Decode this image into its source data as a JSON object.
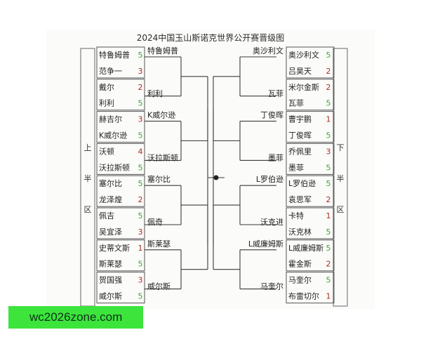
{
  "title": "2024中国玉山斯诺克世界公开赛晋级图",
  "colors": {
    "score_green": "#3aa53a",
    "score_red": "#b3282b",
    "line": "#3a3a3a",
    "paper": "#fbfbf9"
  },
  "sides": {
    "left": "上\n半\n区",
    "right": "下\n半\n区"
  },
  "left": {
    "r1": [
      [
        "特鲁姆普",
        "5"
      ],
      [
        "范争一",
        "3"
      ],
      [
        "戴尔",
        "2"
      ],
      [
        "利利",
        "5"
      ],
      [
        "赫吉尔",
        "3"
      ],
      [
        "K威尔逊",
        "5"
      ],
      [
        "沃顿",
        "4"
      ],
      [
        "沃拉斯顿",
        "5"
      ],
      [
        "塞尔比",
        "5"
      ],
      [
        "龙泽煌",
        "2"
      ],
      [
        "佩吉",
        "5"
      ],
      [
        "吴宜泽",
        "3"
      ],
      [
        "史蒂文斯",
        "1"
      ],
      [
        "斯莱瑟",
        "5"
      ],
      [
        "贺国强",
        "3"
      ],
      [
        "威尔斯",
        "5"
      ]
    ],
    "r2": [
      "特鲁姆普",
      "利利",
      "K威尔逊",
      "沃拉斯顿",
      "塞尔比",
      "佩奇",
      "斯莱瑟",
      "威尔斯"
    ]
  },
  "right": {
    "r1": [
      [
        "奥沙利文",
        "5"
      ],
      [
        "吕昊天",
        "2"
      ],
      [
        "米尔金斯",
        "2"
      ],
      [
        "瓦菲",
        "5"
      ],
      [
        "曹宇鹏",
        "1"
      ],
      [
        "丁俊晖",
        "5"
      ],
      [
        "乔佩里",
        "3"
      ],
      [
        "墨菲",
        "5"
      ],
      [
        "L罗伯逊",
        "5"
      ],
      [
        "袁思军",
        "2"
      ],
      [
        "卡特",
        "1"
      ],
      [
        "沃克林",
        "5"
      ],
      [
        "L威廉姆斯",
        "5"
      ],
      [
        "霍金斯",
        "2"
      ],
      [
        "马奎尔",
        "5"
      ],
      [
        "布雷切尔",
        "1"
      ]
    ],
    "r2": [
      "奥沙利文",
      "瓦菲",
      "丁俊晖",
      "墨菲",
      "L罗伯逊",
      "沃克进",
      "L威廉姆斯",
      "马奎尔"
    ]
  },
  "watermark": "wc2026zone.com"
}
